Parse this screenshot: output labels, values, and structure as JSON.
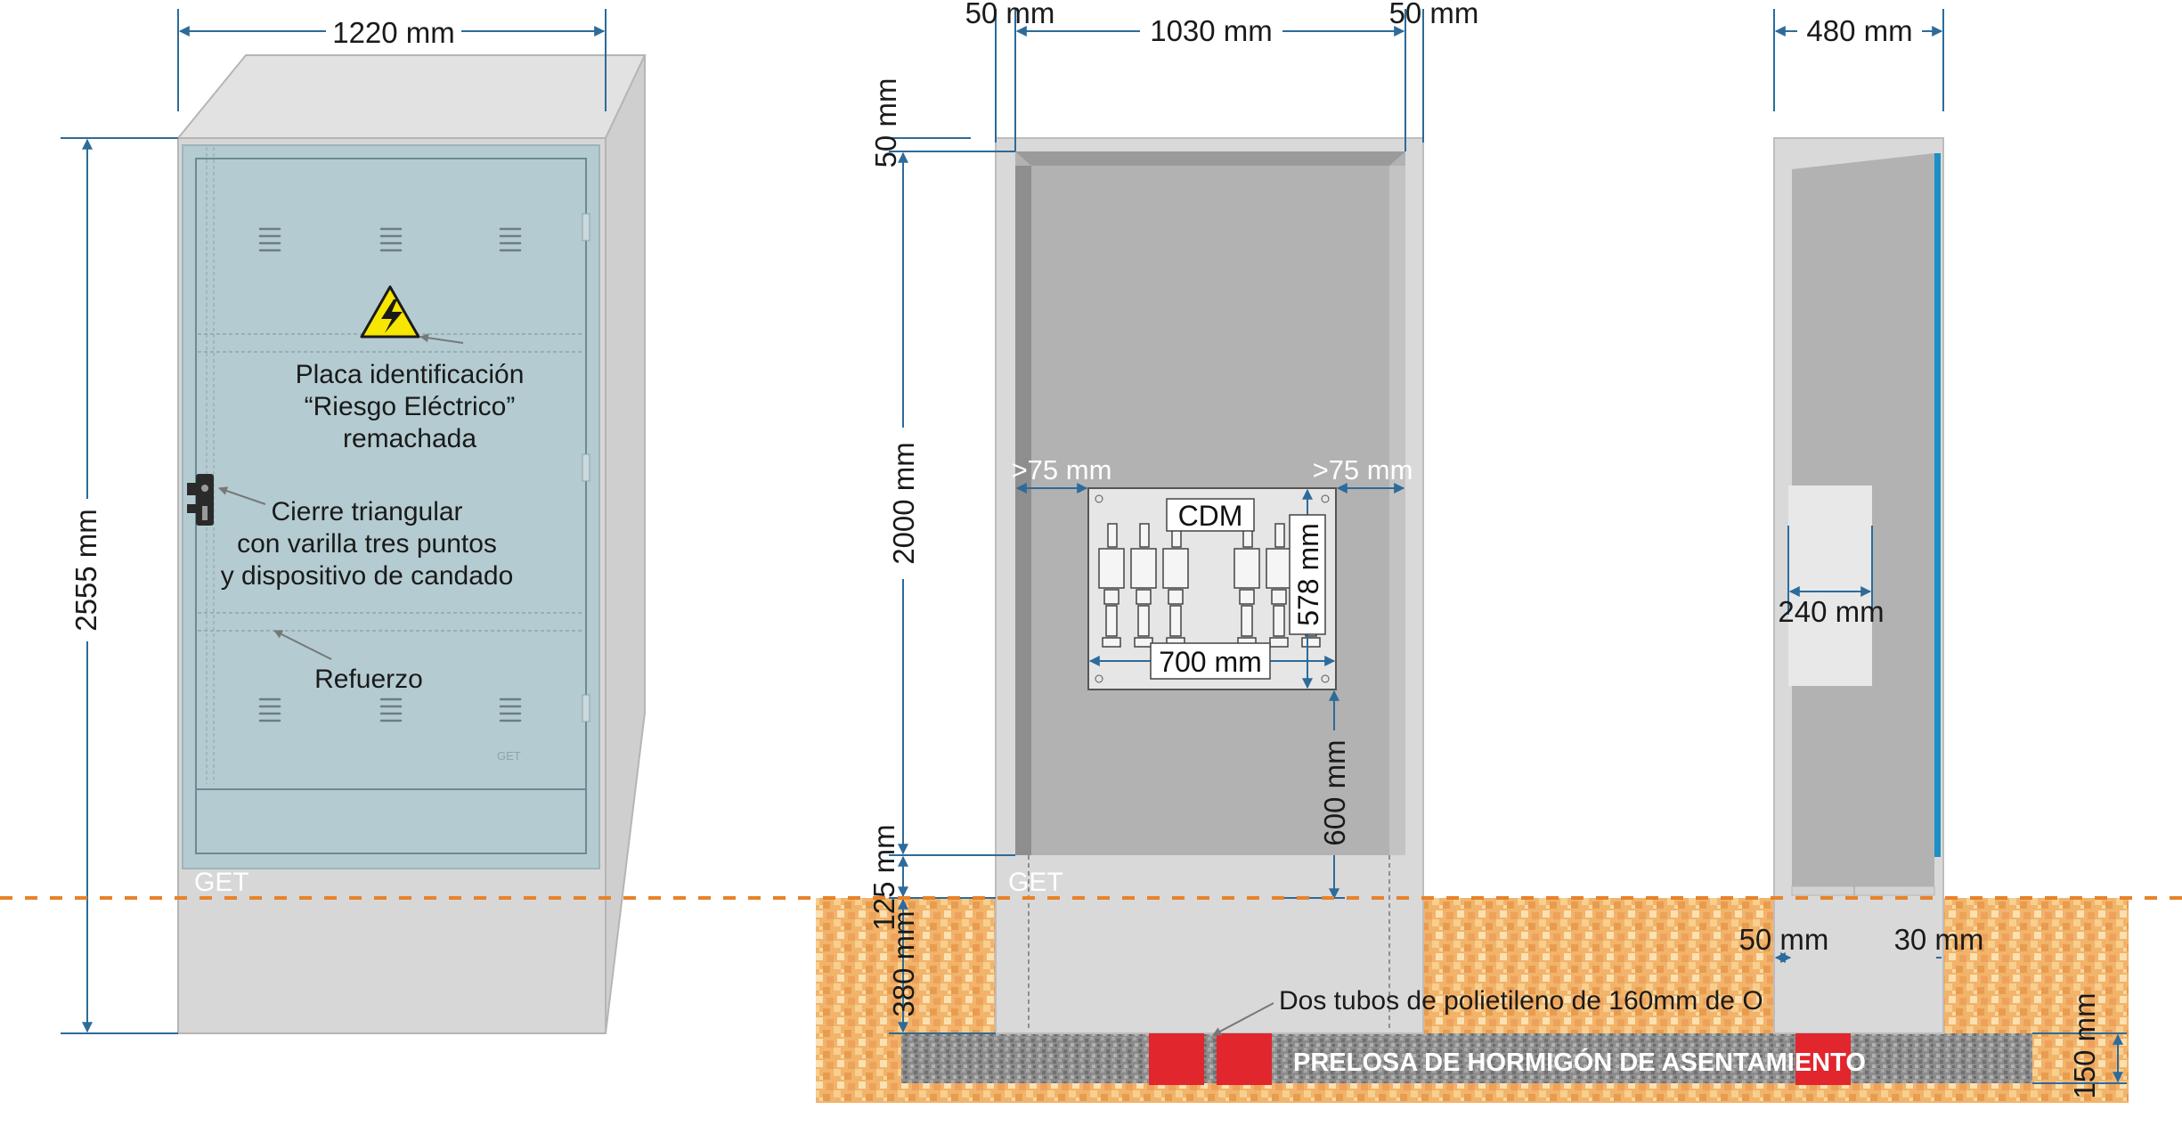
{
  "dimensions": {
    "front_width": "1220 mm",
    "front_height": "2555 mm",
    "wall_left": "50 mm",
    "interior_width": "1030 mm",
    "wall_right": "50 mm",
    "top_wall": "50 mm",
    "interior_height": "2000 mm",
    "bottom_gap": "125 mm",
    "buried": "380 mm",
    "left_clearance": ">75 mm",
    "right_clearance": ">75 mm",
    "plate_height": "578 mm",
    "plate_width": "700 mm",
    "height_to_plate": "600 mm",
    "side_depth": "480 mm",
    "side_panel_width": "240 mm",
    "side_left_wall": "50 mm",
    "side_right_wall": "30 mm",
    "slab_thickness": "150 mm"
  },
  "annotations": {
    "plate_line1": "Placa identificación",
    "plate_line2": "“Riesgo Eléctrico”",
    "plate_line3": "remachada",
    "lock_line1": "Cierre triangular",
    "lock_line2": "con varilla tres puntos",
    "lock_line3": "y dispositivo de candado",
    "reinforcement": "Refuerzo",
    "tubes": "Dos tubos de polietileno de 160mm de O",
    "slab": "PRELOSA DE HORMIGÓN DE ASENTAMIENTO",
    "cdm": "CDM",
    "brand": "GET"
  },
  "colors": {
    "door": "#b4ccd1",
    "cabinet": "#d7d7d7",
    "interior": "#b2b2b2",
    "soil": "#f0b36b",
    "slab": "#8d8d8d",
    "tubes": "#e1262d",
    "ground_line": "#e8822a",
    "dimension": "#2d6b9a",
    "warning": "#f7e600",
    "edge_strip": "#1d8fc4"
  }
}
